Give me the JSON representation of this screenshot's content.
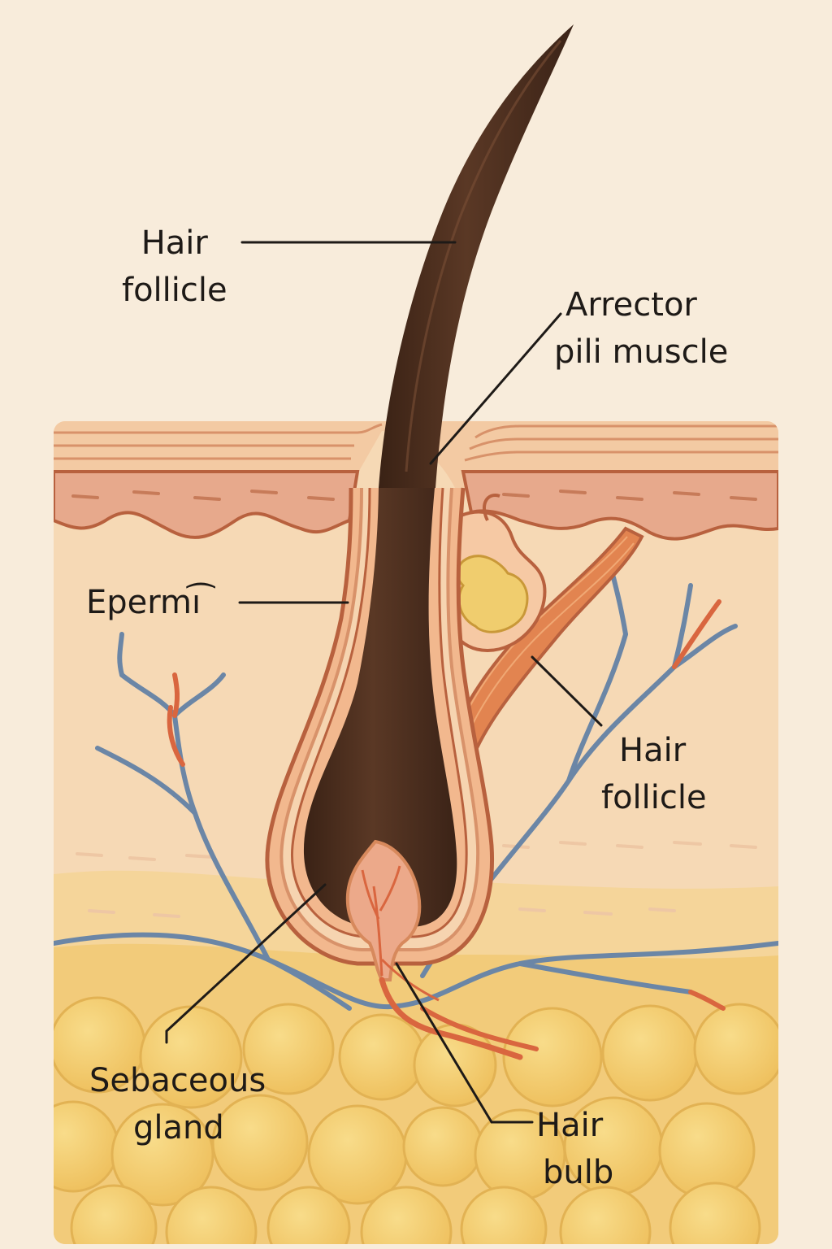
{
  "labels": {
    "hair_follicle_top": [
      "Hair",
      "follicle"
    ],
    "arrector_pili": [
      "Arrector",
      "pili muscle"
    ],
    "epidermis": "Epermı͡",
    "hair_follicle_right": [
      "Hair",
      "follicle"
    ],
    "sebaceous_gland": [
      "Sebaceous",
      "gland"
    ],
    "hair_bulb": [
      "Hair",
      "bulb"
    ]
  },
  "colors": {
    "background": "#f8ecdb",
    "hair": "#4a2c1b",
    "epidermis": "#e9b190",
    "dermis": "#f6d9b5",
    "fat": "#f0c76a",
    "vein": "#6b86a6",
    "artery": "#d9663f",
    "gland": "#f0cd6e",
    "leader_line": "#1e1a17"
  }
}
